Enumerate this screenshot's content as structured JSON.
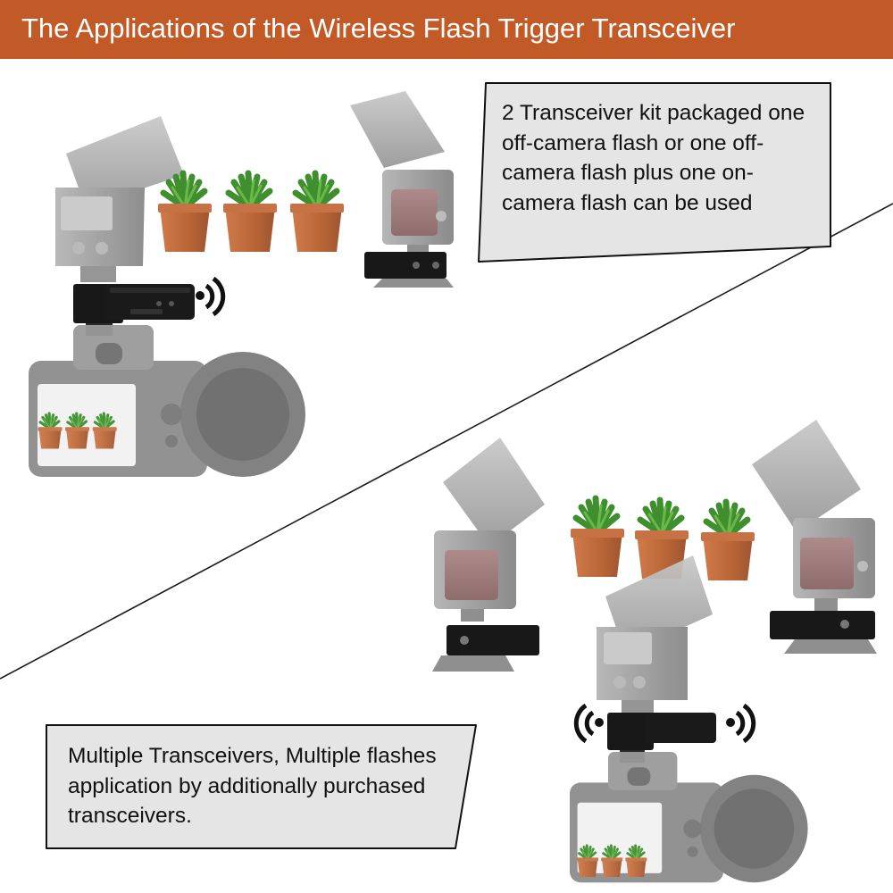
{
  "header": {
    "title": "The Applications of the Wireless Flash Trigger Transceiver"
  },
  "callouts": {
    "top_text": "2 Transceiver kit packaged one off-camera flash or one off-camera flash plus one on-camera flash can be used",
    "bottom_text": "Multiple Transceivers, Multiple flashes application by additionally purchased transceivers."
  },
  "colors": {
    "header_background": "#c15a27",
    "callout_fill": "#e5e5e5",
    "callout_border": "#111111",
    "device_gray": "#9c9c9c",
    "transceiver_black": "#151515",
    "pot_terracotta": "#c06a3c",
    "plant_green": "#3f8f2e"
  },
  "icons": [
    "wifi-signal-icon",
    "flash-unit-icon",
    "transceiver-icon",
    "camera-icon",
    "potted-plant-icon"
  ]
}
